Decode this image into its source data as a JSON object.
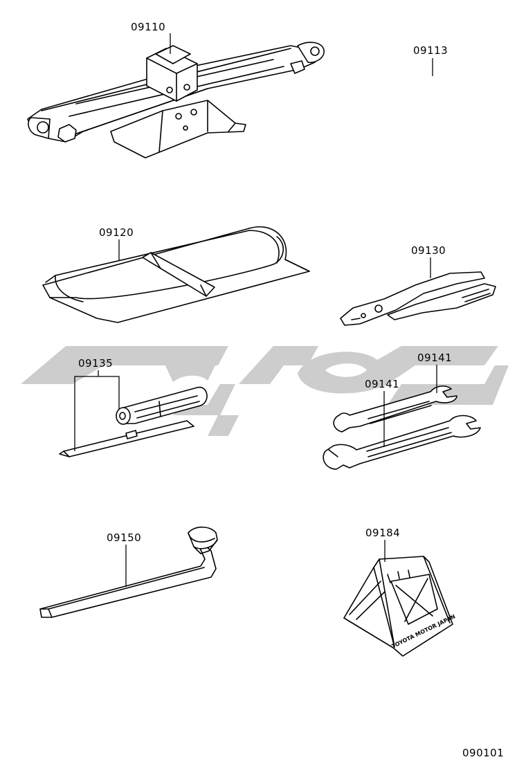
{
  "diagram_id": "090101",
  "watermark_text": "",
  "parts": [
    {
      "id": "jack",
      "label": "09110",
      "icon": "scissor-jack-icon"
    },
    {
      "id": "jack-handle",
      "label": "09113",
      "icon": "jack-handle-rod-icon"
    },
    {
      "id": "tool-bag",
      "label": "09120",
      "icon": "tool-bag-icon"
    },
    {
      "id": "pliers",
      "label": "09130",
      "icon": "pliers-icon"
    },
    {
      "id": "screwdriver",
      "label": "09135",
      "icon": "screwdriver-icon"
    },
    {
      "id": "wrench-upper",
      "label": "09141",
      "icon": "open-end-wrench-icon"
    },
    {
      "id": "wrench-lower",
      "label": "09141",
      "icon": "open-end-wrench-icon"
    },
    {
      "id": "lug-wrench",
      "label": "09150",
      "icon": "lug-wrench-icon"
    },
    {
      "id": "wheel-chock",
      "label": "09184",
      "icon": "wheel-chock-icon",
      "stamp": "TOYOTA MOTOR JAPAN"
    }
  ],
  "colors": {
    "line": "#000000",
    "watermark": "#cdcdcd",
    "background": "#ffffff"
  }
}
